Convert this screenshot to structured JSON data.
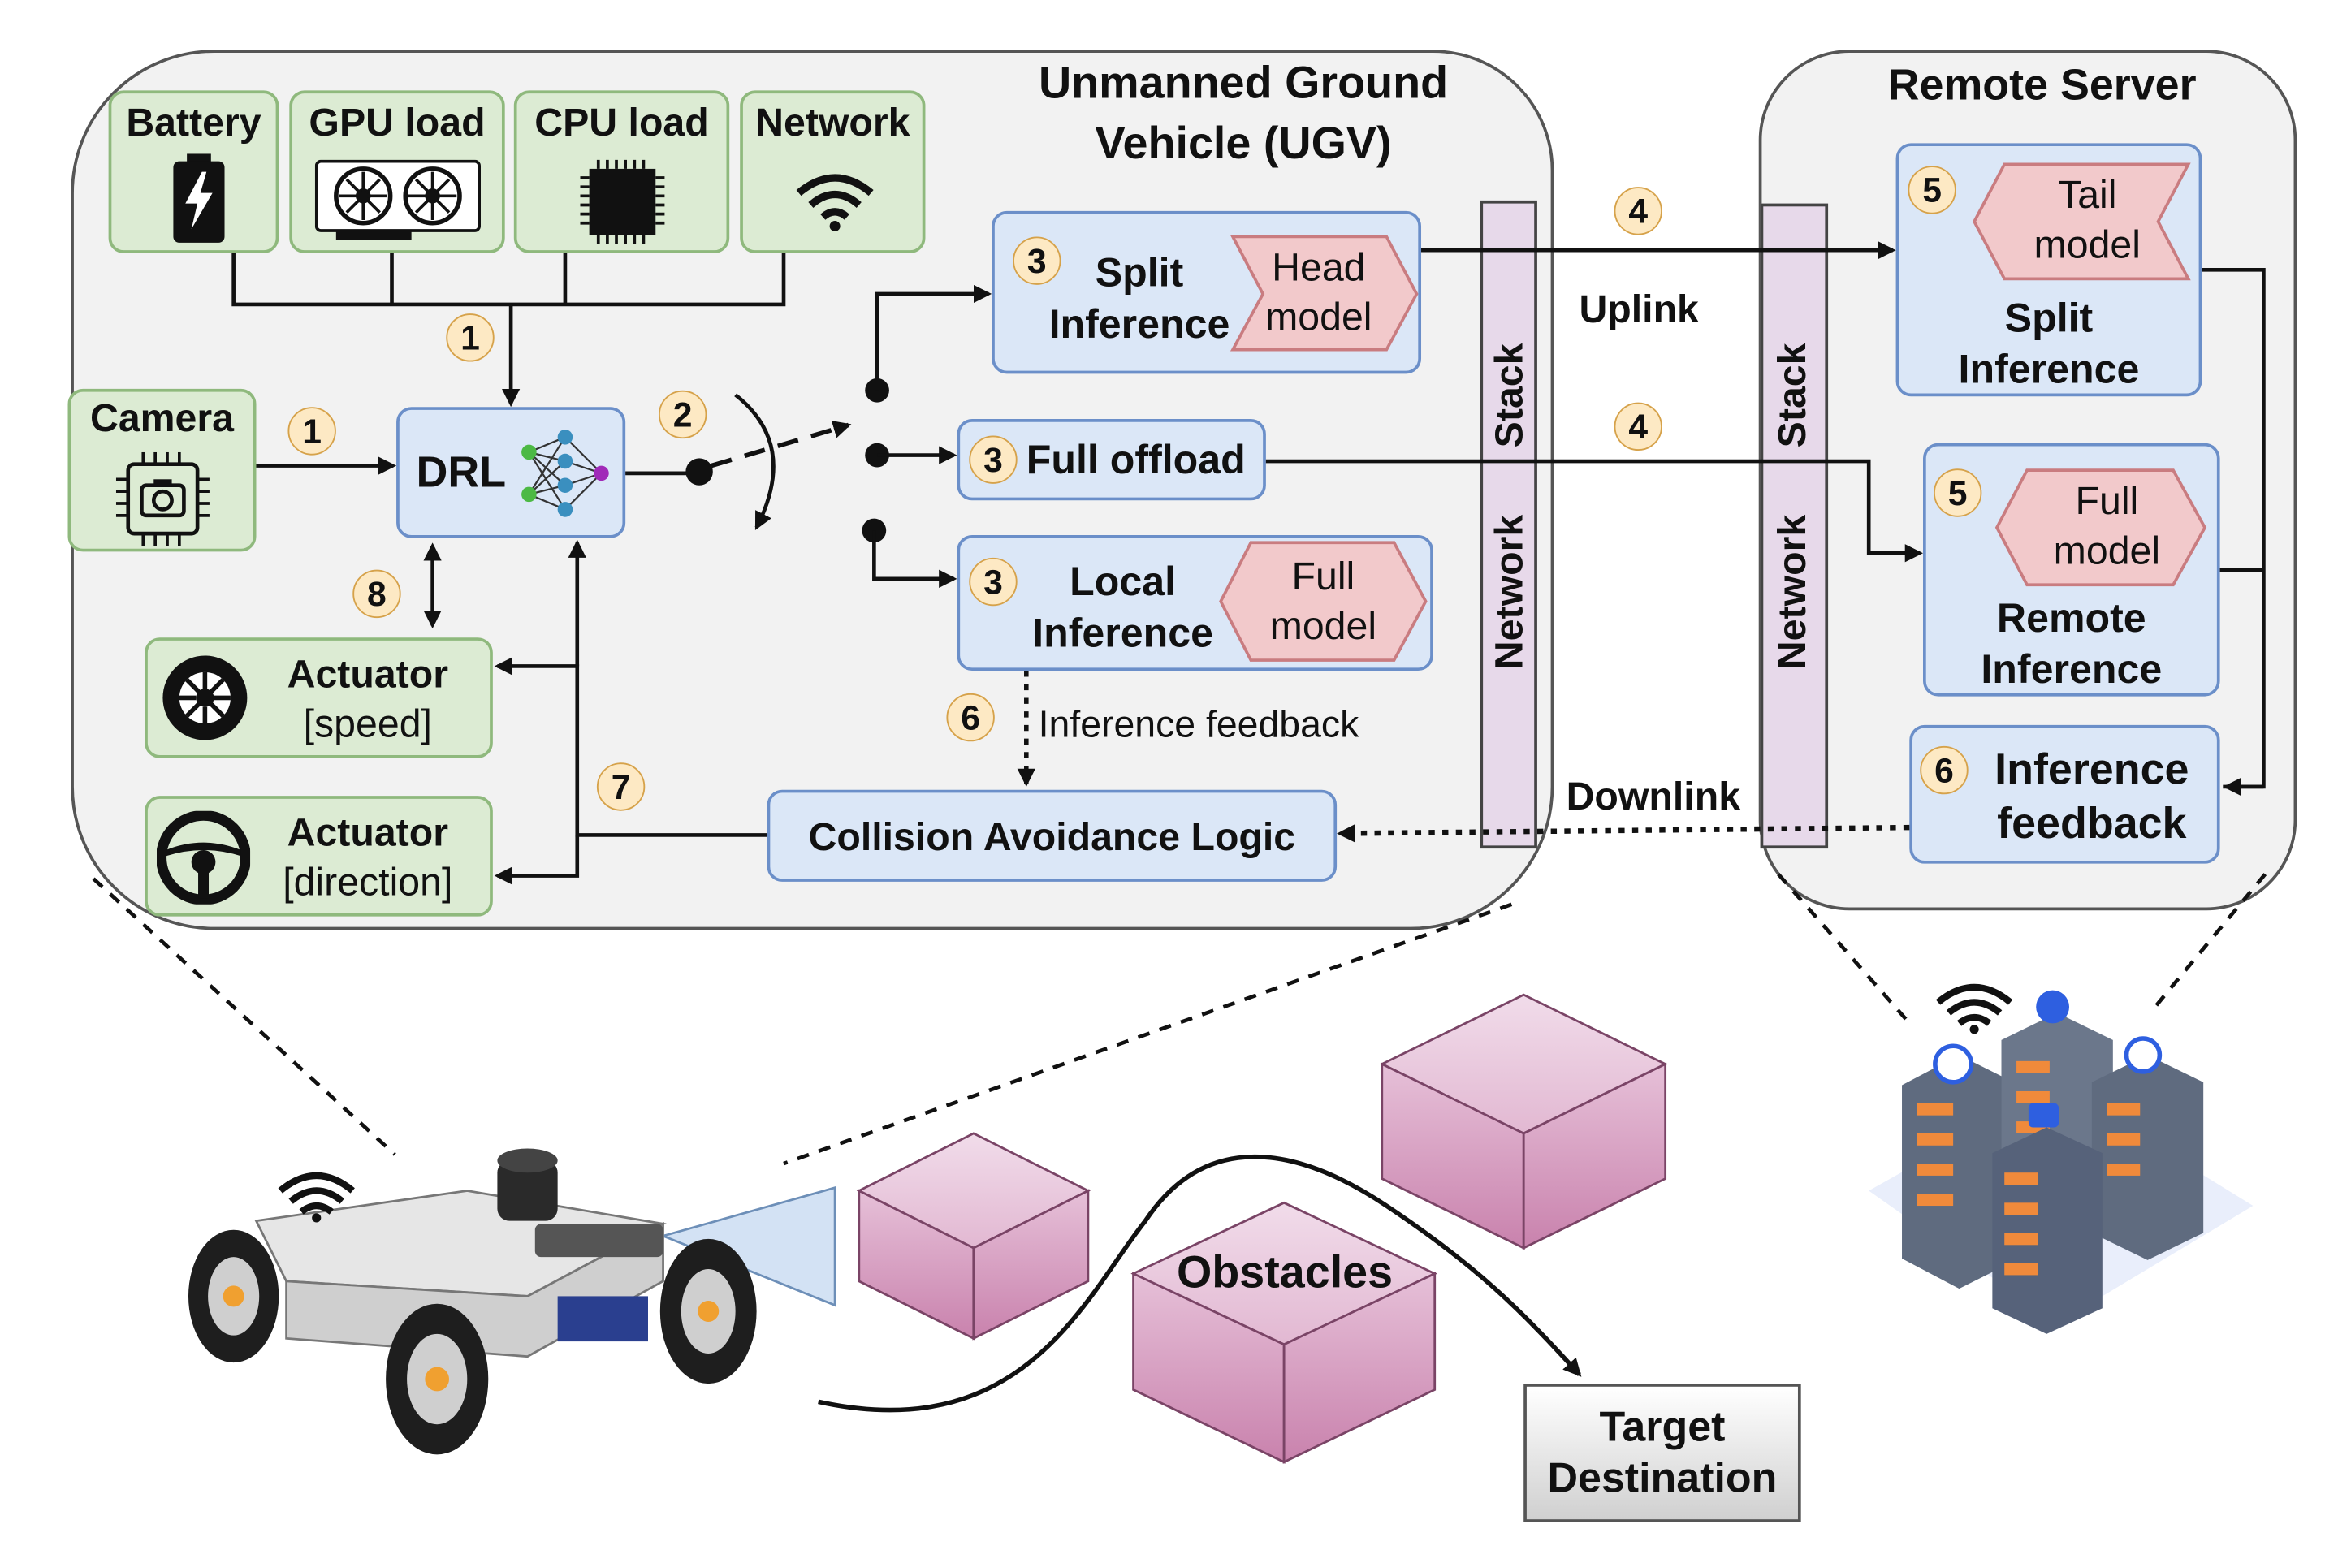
{
  "ugv": {
    "title_line1": "Unmanned Ground",
    "title_line2": "Vehicle (UGV)",
    "inputs": {
      "battery": "Battery",
      "gpu": "GPU load",
      "cpu": "CPU load",
      "network": "Network"
    },
    "camera": "Camera",
    "drl": "DRL",
    "split_line1": "Split",
    "split_line2": "Inference",
    "head_model_line1": "Head",
    "head_model_line2": "model",
    "full_offload": "Full offload",
    "local_line1": "Local",
    "local_line2": "Inference",
    "full_model_line1": "Full",
    "full_model_line2": "model",
    "actuator_speed_line1": "Actuator",
    "actuator_speed_line2": "[speed]",
    "actuator_dir_line1": "Actuator",
    "actuator_dir_line2": "[direction]",
    "collision": "Collision Avoidance Logic",
    "inference_feedback_label": "Inference feedback"
  },
  "network_stack": {
    "network": "Network",
    "stack": "Stack"
  },
  "links": {
    "uplink": "Uplink",
    "downlink": "Downlink"
  },
  "server": {
    "title": "Remote Server",
    "tail_model_line1": "Tail",
    "tail_model_line2": "model",
    "split_line1": "Split",
    "split_line2": "Inference",
    "full_model_line1": "Full",
    "full_model_line2": "model",
    "remote_line1": "Remote",
    "remote_line2": "Inference",
    "feedback_line1": "Inference",
    "feedback_line2": "feedback"
  },
  "scene": {
    "obstacles": "Obstacles",
    "target_line1": "Target",
    "target_line2": "Destination"
  },
  "steps": {
    "s1a": "1",
    "s1b": "1",
    "s2": "2",
    "s3a": "3",
    "s3b": "3",
    "s3c": "3",
    "s4a": "4",
    "s4b": "4",
    "s5a": "5",
    "s5b": "5",
    "s6a": "6",
    "s6b": "6",
    "s7": "7",
    "s8": "8"
  },
  "colors": {
    "panel_fill": "#f2f2f2",
    "blue_box": "#dbe7f7",
    "green_box": "#dcebd3",
    "model_pink": "#f2c9cb",
    "stack_purple": "#e7d9ea",
    "obstacle_pink": "#d9a3c3",
    "badge_fill": "#fde9c4"
  }
}
